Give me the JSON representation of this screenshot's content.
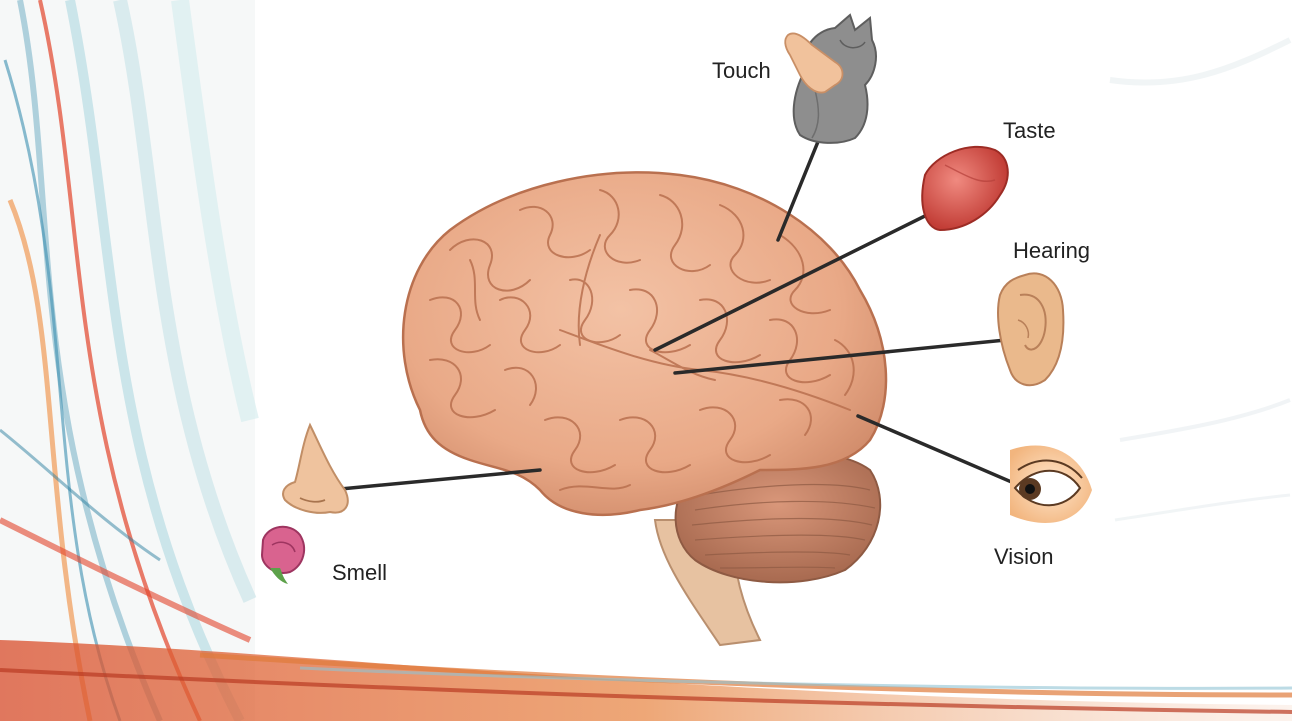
{
  "labels": {
    "touch": "Touch",
    "taste": "Taste",
    "hearing": "Hearing",
    "vision": "Vision",
    "smell": "Smell"
  },
  "colors": {
    "brain": "#e9a987",
    "brain_shadow": "#c97f5e",
    "cerebellum": "#c9866a",
    "connector": "#2a2a2a",
    "tongue": "#d4524a",
    "ear": "#eab98c",
    "nose": "#efc39e",
    "cat": "#8e8e8e",
    "rose": "#d9638f"
  }
}
